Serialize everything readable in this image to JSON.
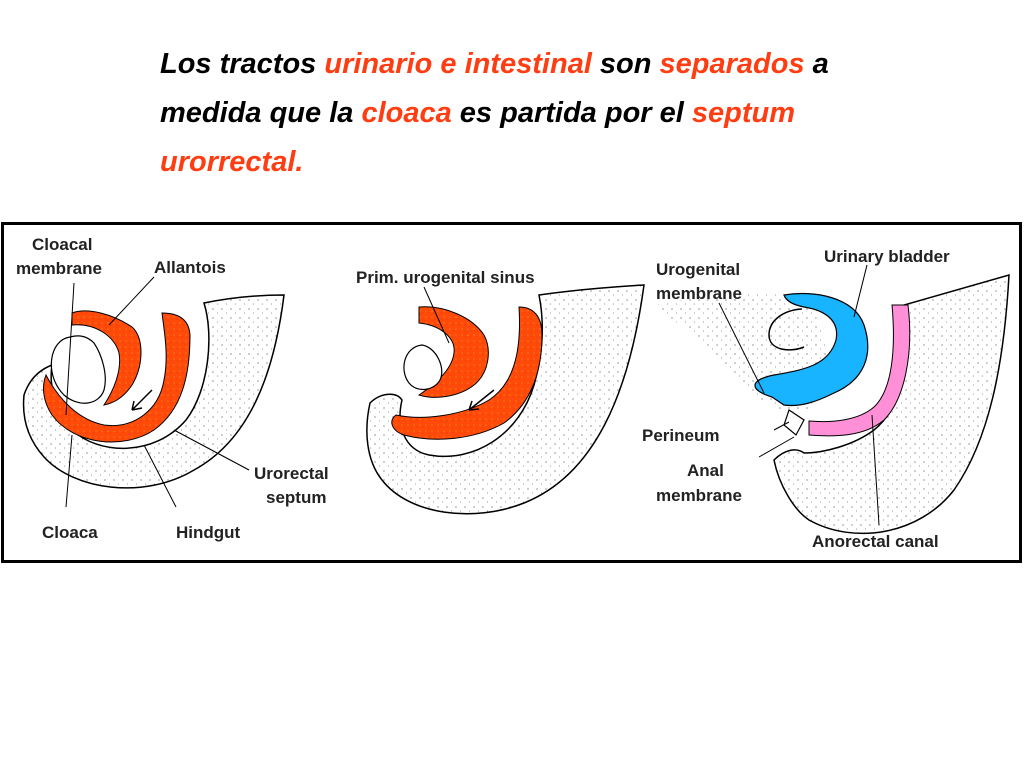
{
  "title": {
    "segments": [
      {
        "text": "Los tractos ",
        "highlight": false
      },
      {
        "text": "urinario e intestinal",
        "highlight": true
      },
      {
        "text": " son ",
        "highlight": false
      },
      {
        "text": "separados",
        "highlight": true
      },
      {
        "text": " a medida que la ",
        "highlight": false
      },
      {
        "text": "cloaca",
        "highlight": true
      },
      {
        "text": " es partida por el ",
        "highlight": false
      },
      {
        "text": "septum urorrectal.",
        "highlight": true
      }
    ]
  },
  "colors": {
    "text": "#000000",
    "highlight": "#ff3d12",
    "gut_orange": "#ff4a0a",
    "bladder_blue": "#19b4ff",
    "canal_pink": "#ff8fd6",
    "outline": "#000000"
  },
  "figure": {
    "panel1": {
      "cloacal_membrane": [
        "Cloacal",
        "membrane"
      ],
      "allantois": "Allantois",
      "urorectal_septum": [
        "Urorectal",
        "septum"
      ],
      "cloaca": "Cloaca",
      "hindgut": "Hindgut"
    },
    "panel2": {
      "prim_urogenital_sinus": "Prim. urogenital sinus"
    },
    "panel3": {
      "urogenital_membrane": [
        "Urogenital",
        "membrane"
      ],
      "urinary_bladder": "Urinary bladder",
      "perineum": "Perineum",
      "anal_membrane": [
        "Anal",
        "membrane"
      ],
      "anorectal_canal": "Anorectal canal"
    }
  }
}
